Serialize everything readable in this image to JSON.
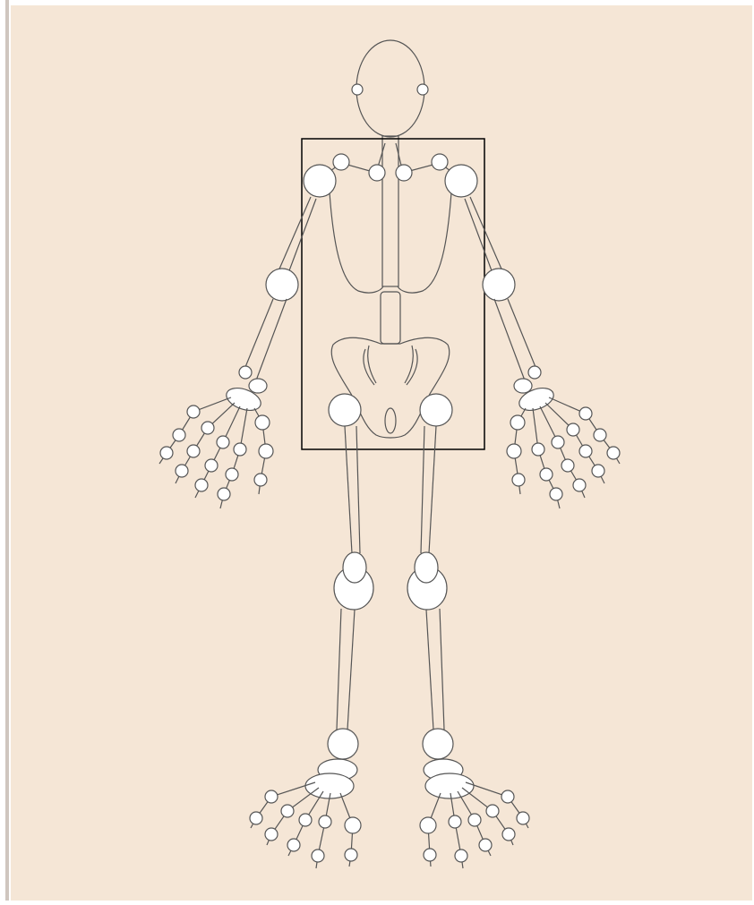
{
  "colors": {
    "background": "#f5e6d6",
    "left_edge": "#cfc6bf",
    "outline": "#555555",
    "joint_fill": "#ffffff",
    "selection_box": "#000000"
  },
  "figure": {
    "subject": "skeleton-joint-map",
    "view": "front",
    "selection_box": "torso-and-pelvis"
  }
}
